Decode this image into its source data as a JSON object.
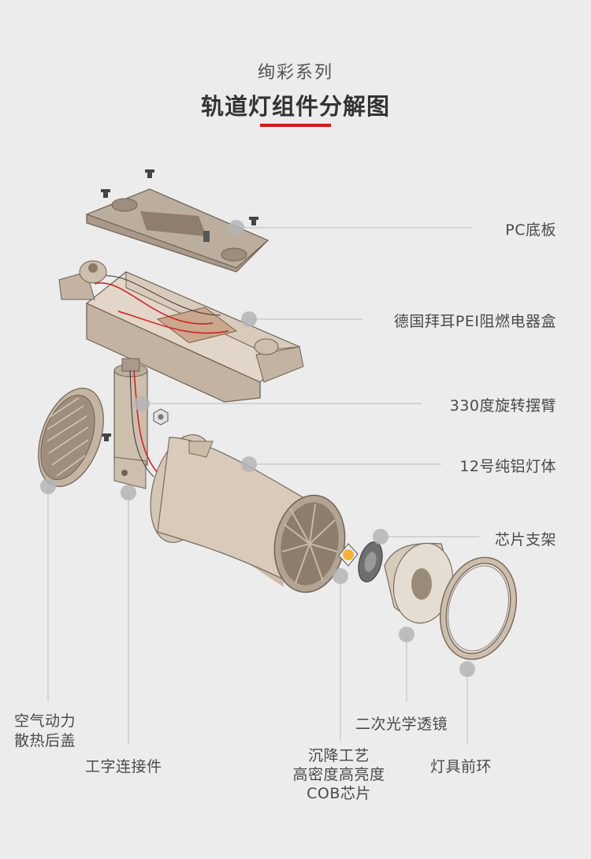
{
  "header": {
    "subtitle": "绚彩系列",
    "title": "轨道灯组件分解图"
  },
  "labels": {
    "pc_base": "PC底板",
    "pei_box": "德国拜耳PEI阻燃电器盒",
    "swivel_arm": "330度旋转摆臂",
    "lamp_body": "12号纯铝灯体",
    "chip_holder": "芯片支架",
    "rear_cover_line1": "空气动力",
    "rear_cover_line2": "散热后盖",
    "connector": "工字连接件",
    "cob_line1": "沉降工艺",
    "cob_line2": "高密度高亮度",
    "cob_line3": "COB芯片",
    "optics": "二次光学透镜",
    "front_ring": "灯具前环"
  },
  "colors": {
    "accent": "#d7181f",
    "background": "#ececec",
    "part_fill": "#cdbfae",
    "part_dark": "#8a7a6a",
    "marker": "#b5b5b5",
    "chip": "#f4b338"
  }
}
